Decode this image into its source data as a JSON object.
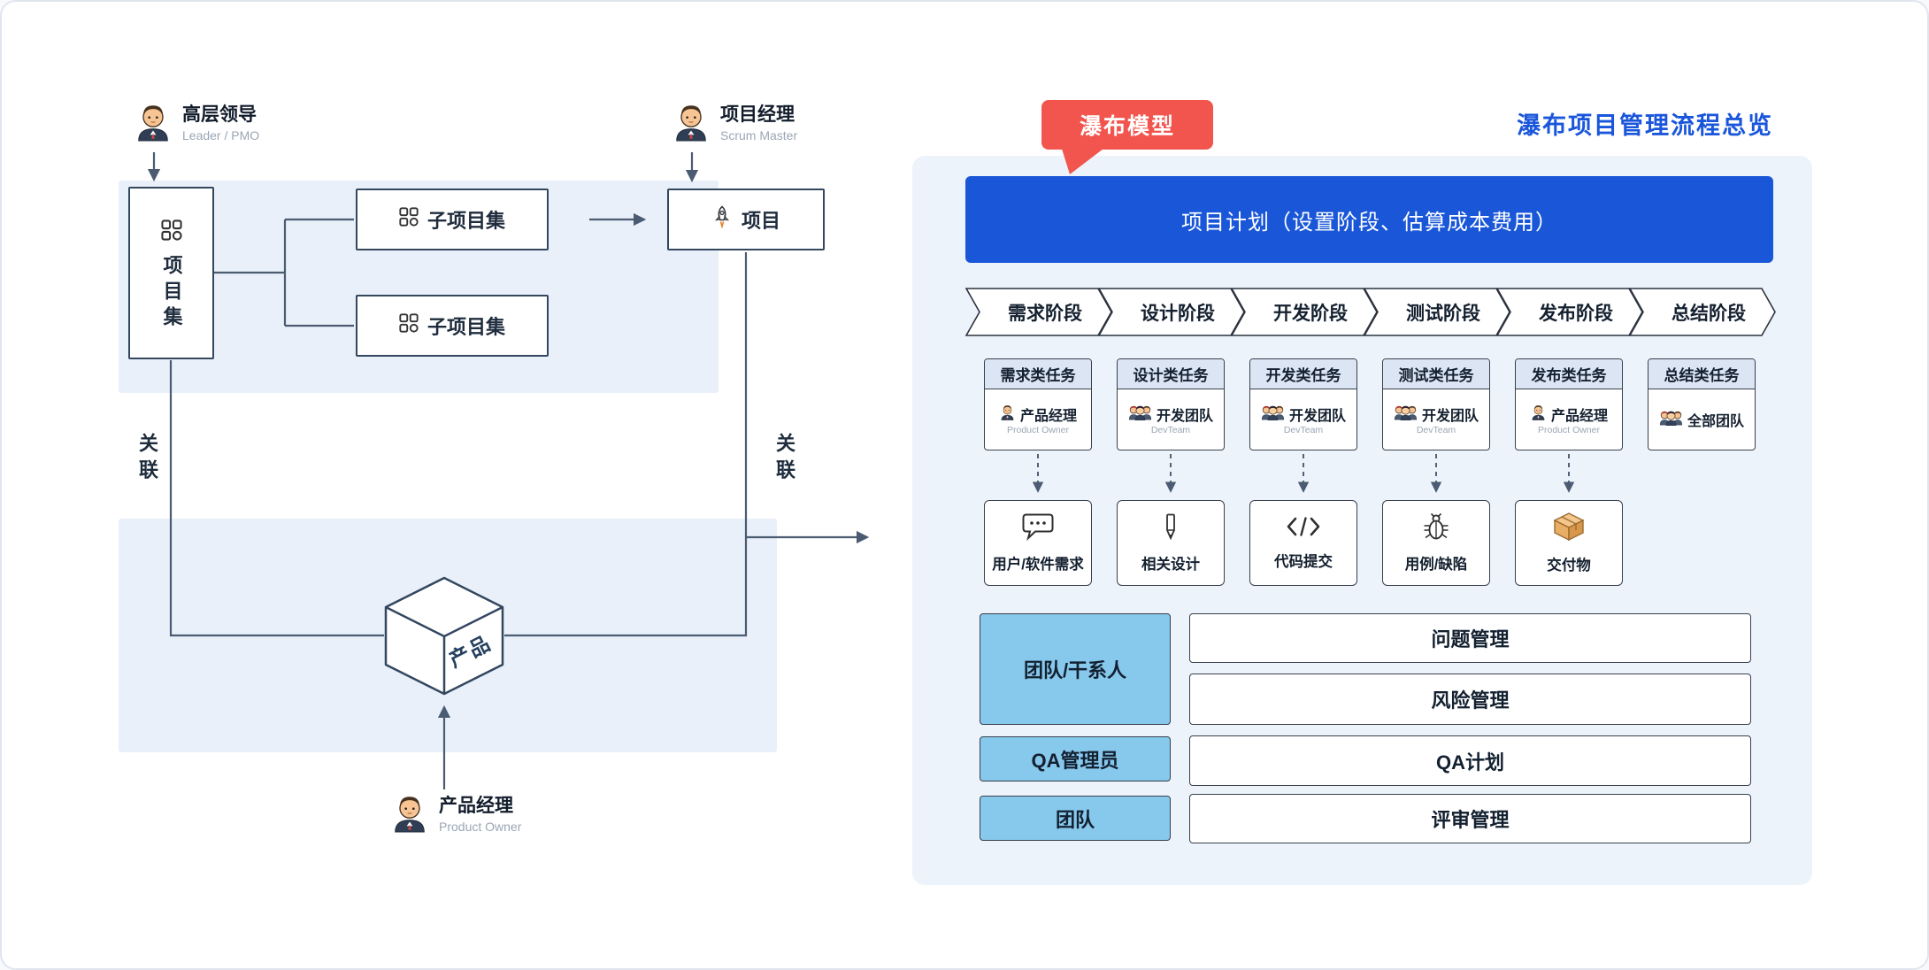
{
  "page": {
    "title": "瀑布项目管理流程总览",
    "badge": "瀑布模型"
  },
  "colors": {
    "title_blue": "#1a56db",
    "plan_bar_blue": "#1a57d8",
    "badge_red": "#f2554e",
    "panel_bg": "#edf3fb",
    "slab_bg": "#e9f0fa",
    "actor_blue": "#87c8ed",
    "line": "#4a5b72"
  },
  "left": {
    "roles": {
      "leader": {
        "name": "高层领导",
        "subtitle": "Leader / PMO",
        "icon": "person-avatar"
      },
      "pm": {
        "name": "项目经理",
        "subtitle": "Scrum Master",
        "icon": "person-avatar"
      },
      "po": {
        "name": "产品经理",
        "subtitle": "Product Owner",
        "icon": "person-avatar"
      }
    },
    "nodes": {
      "program": "项目集",
      "subprogram1": "子项目集",
      "subprogram2": "子项目集",
      "project": "项目",
      "product": "产品"
    },
    "edges": {
      "assoc_left": "关联",
      "assoc_right": "关联"
    }
  },
  "panel": {
    "plan": "项目计划（设置阶段、估算成本费用）",
    "stages": [
      "需求阶段",
      "设计阶段",
      "开发阶段",
      "测试阶段",
      "发布阶段",
      "总结阶段"
    ],
    "tasks": [
      {
        "title": "需求类任务",
        "owner": "产品经理",
        "owner_sub": "Product Owner",
        "icon": "person-avatar"
      },
      {
        "title": "设计类任务",
        "owner": "开发团队",
        "owner_sub": "DevTeam",
        "icon": "team-avatar"
      },
      {
        "title": "开发类任务",
        "owner": "开发团队",
        "owner_sub": "DevTeam",
        "icon": "team-avatar"
      },
      {
        "title": "测试类任务",
        "owner": "开发团队",
        "owner_sub": "DevTeam",
        "icon": "team-avatar"
      },
      {
        "title": "发布类任务",
        "owner": "产品经理",
        "owner_sub": "Product Owner",
        "icon": "person-avatar"
      },
      {
        "title": "总结类任务",
        "owner": "全部团队",
        "owner_sub": "",
        "icon": "team-avatar"
      }
    ],
    "artifacts": [
      {
        "label": "用户/软件需求",
        "icon": "speech-bubble"
      },
      {
        "label": "相关设计",
        "icon": "pen"
      },
      {
        "label": "代码提交",
        "icon": "code"
      },
      {
        "label": "用例/缺陷",
        "icon": "bug"
      },
      {
        "label": "交付物",
        "icon": "package"
      }
    ],
    "actors": [
      "团队/干系人",
      "QA管理员",
      "团队"
    ],
    "managements": [
      "问题管理",
      "风险管理",
      "QA计划",
      "评审管理"
    ]
  }
}
